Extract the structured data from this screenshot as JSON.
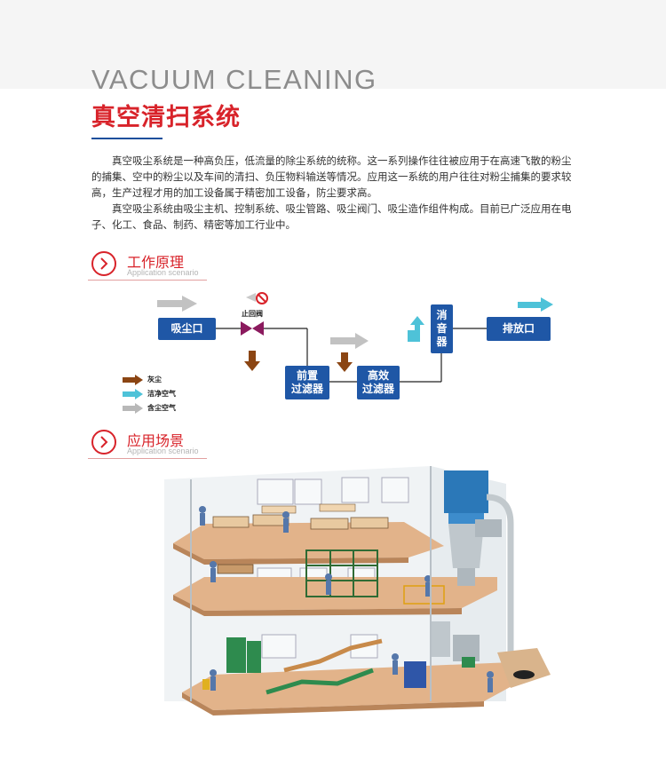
{
  "header": {
    "title_en": "VACUUM CLEANING",
    "title_cn": "真空清扫系统"
  },
  "intro": {
    "paragraph_1": "真空吸尘系统是一种高负压，低流量的除尘系统的统称。这一系列操作往往被应用于在高速飞散的粉尘的捕集、空中的粉尘以及车间的清扫、负压物料输送等情况。应用这一系统的用户往往对粉尘捕集的要求较高，生产过程才用的加工设备属于精密加工设备，防尘要求高。",
    "paragraph_2": "真空吸尘系统由吸尘主机、控制系统、吸尘管路、吸尘阀门、吸尘造作组件构成。目前已广泛应用在电子、化工、食品、制药、精密等加工行业中。"
  },
  "section_principle": {
    "title": "工作原理",
    "subtitle": "Application scenario"
  },
  "flow": {
    "inlet": "吸尘口",
    "valve_label": "止回阀",
    "pre_filter_line1": "前置",
    "pre_filter_line2": "过滤器",
    "hepa_filter_line1": "高效",
    "hepa_filter_line2": "过滤器",
    "muffler_line1": "消",
    "muffler_line2": "音",
    "muffler_line3": "器",
    "outlet": "排放口"
  },
  "legend": [
    {
      "label": "灰尘",
      "color": "#8b4513",
      "icon": "arrow-right"
    },
    {
      "label": "洁净空气",
      "color": "#4ec2d8",
      "icon": "arrow-right"
    },
    {
      "label": "含尘空气",
      "color": "#b8b8b8",
      "icon": "arrow-right"
    }
  ],
  "section_scene": {
    "title": "应用场景",
    "subtitle": "Application scenario"
  },
  "colors": {
    "brand_red": "#d8232a",
    "box_blue": "#1f57a6",
    "dust_brown": "#8b4513",
    "clean_cyan": "#4ec2d8",
    "dusty_gray": "#b8b8b8",
    "valve_purple": "#8b1a5e"
  }
}
